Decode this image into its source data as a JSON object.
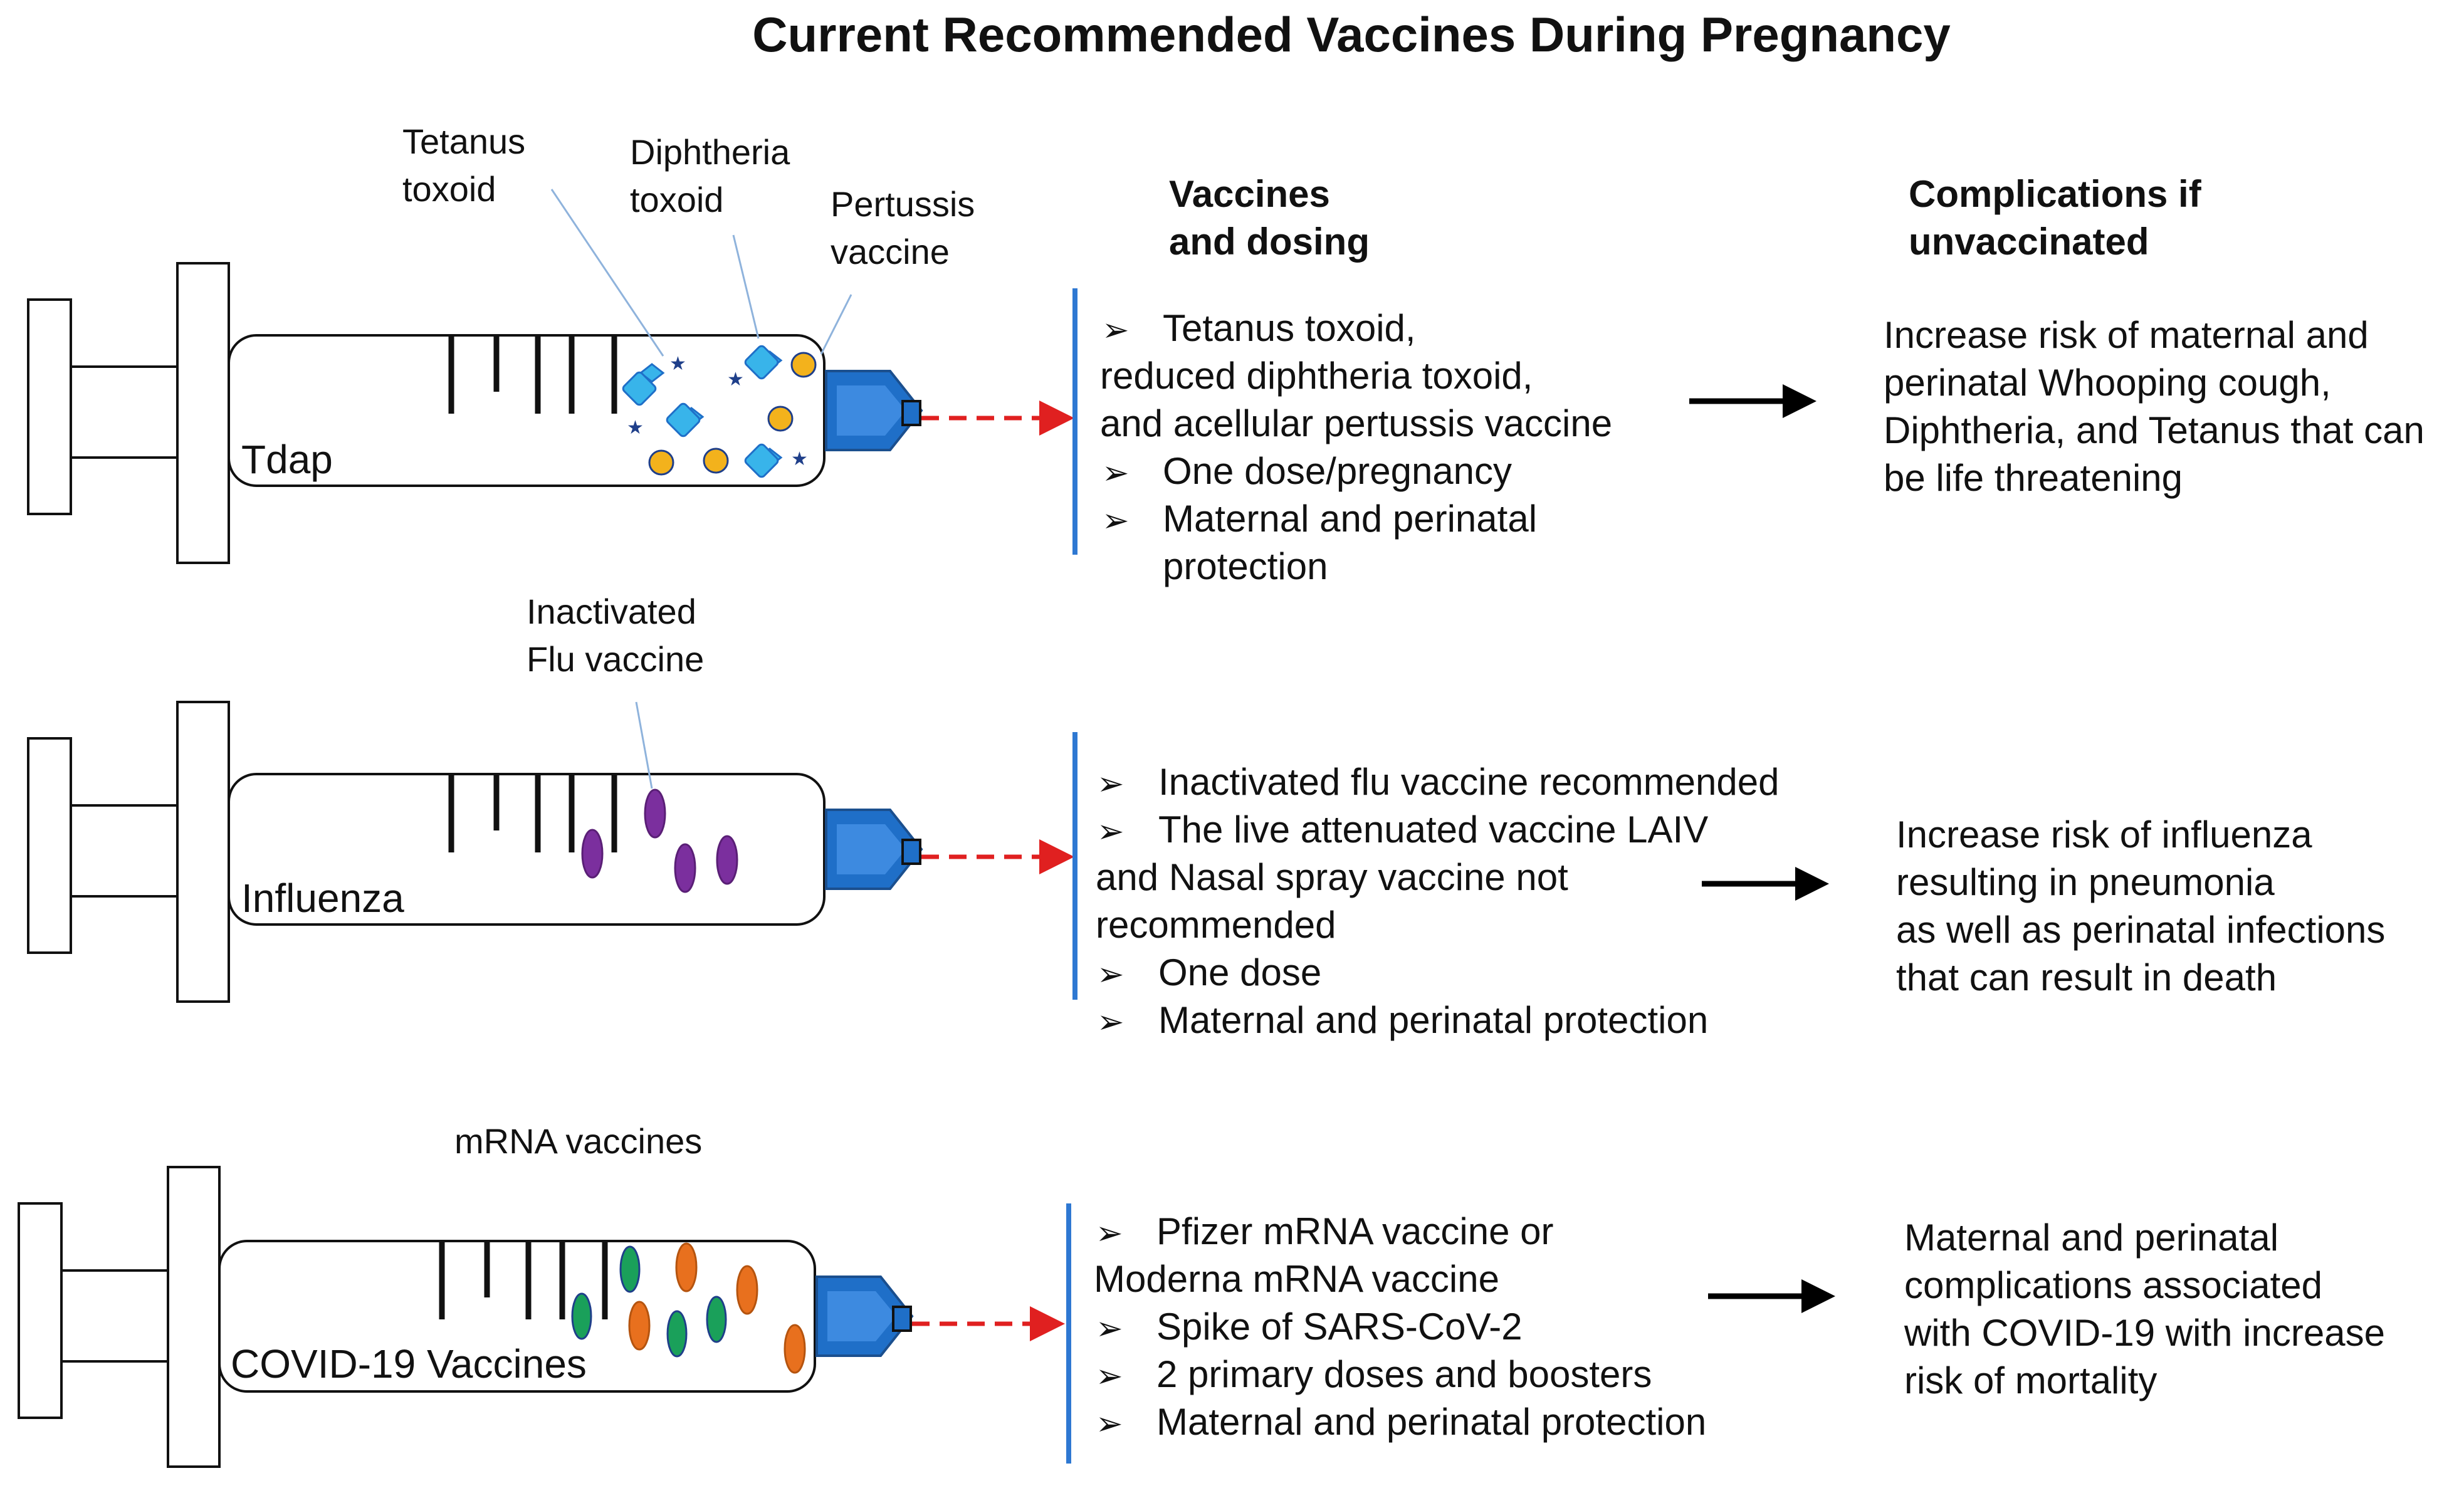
{
  "title": "Current Recommended Vaccines During Pregnancy",
  "column_headers": {
    "vaccines": [
      "Vaccines",
      "and dosing"
    ],
    "complications": [
      "Complications if",
      "unvaccinated"
    ]
  },
  "bullet_glyph": "➢",
  "rows": [
    {
      "syringe_label": "Tdap",
      "component_labels": [
        [
          "Tetanus",
          "toxoid"
        ],
        [
          "Diphtheria",
          "toxoid"
        ],
        [
          "Pertussis",
          "vaccine"
        ]
      ],
      "dosing": [
        {
          "bullet": true,
          "text": "Tetanus toxoid,"
        },
        {
          "bullet": false,
          "text": "reduced diphtheria toxoid,"
        },
        {
          "bullet": false,
          "text": "and acellular pertussis vaccine"
        },
        {
          "bullet": true,
          "text": "One dose/pregnancy"
        },
        {
          "bullet": true,
          "text": "Maternal and perinatal"
        },
        {
          "bullet": false,
          "text": "protection"
        }
      ],
      "complications": [
        "Increase risk of maternal and",
        "perinatal Whooping cough,",
        "Diphtheria, and Tetanus that can",
        "be life threatening"
      ]
    },
    {
      "syringe_label": "Influenza",
      "component_labels": [
        [
          "Inactivated",
          "Flu vaccine"
        ]
      ],
      "dosing": [
        {
          "bullet": true,
          "text": "Inactivated flu vaccine recommended"
        },
        {
          "bullet": true,
          "text": "The live attenuated vaccine LAIV"
        },
        {
          "bullet": false,
          "text": "and Nasal spray vaccine not"
        },
        {
          "bullet": false,
          "text": "recommended"
        },
        {
          "bullet": true,
          "text": "One dose"
        },
        {
          "bullet": true,
          "text": "Maternal and perinatal protection"
        }
      ],
      "complications": [
        "Increase risk of influenza",
        "resulting in pneumonia",
        "as well as perinatal infections",
        "that can result in death"
      ]
    },
    {
      "syringe_label": "COVID-19 Vaccines",
      "component_labels": [
        [
          "mRNA vaccines"
        ]
      ],
      "dosing": [
        {
          "bullet": true,
          "text": "Pfizer mRNA vaccine or"
        },
        {
          "bullet": false,
          "text": "Moderna mRNA vaccine"
        },
        {
          "bullet": true,
          "text": "Spike of SARS-CoV-2"
        },
        {
          "bullet": true,
          "text": "2 primary doses and boosters"
        },
        {
          "bullet": true,
          "text": "Maternal and perinatal protection"
        }
      ],
      "complications": [
        "Maternal and perinatal",
        "complications associated",
        "with COVID-19 with increase",
        "risk of mortality"
      ]
    }
  ],
  "colors": {
    "needle_blue": "#1f6fc8",
    "divider_blue": "#2e78d2",
    "dashed_arrow_red": "#e02020",
    "arrow_black": "#000000",
    "diphtheria_cyan": "#38b4ea",
    "pertussis_gold": "#f3b21c",
    "tetanus_star_navy": "#1f3f8a",
    "flu_purple": "#7b2f9e",
    "mrna_green": "#1aa05a",
    "mrna_orange": "#e8701e"
  }
}
